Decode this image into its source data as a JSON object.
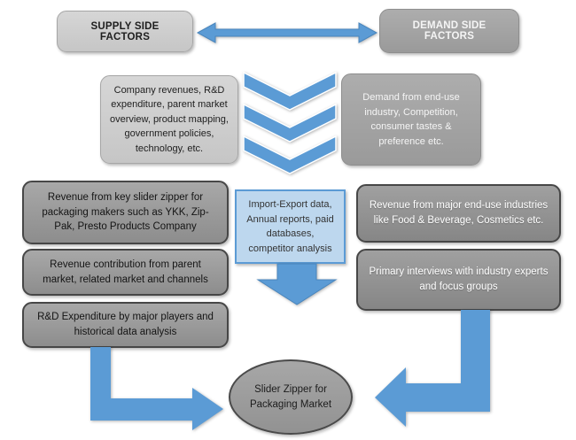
{
  "diagram": {
    "top": {
      "supply_label": "SUPPLY SIDE FACTORS",
      "demand_label": "DEMAND SIDE FACTORS"
    },
    "supply_detail": "Company revenues, R&D expenditure, parent market overview, product mapping, government policies, technology, etc.",
    "demand_detail": "Demand from end-use industry, Competition, consumer tastes & preference etc.",
    "left_column": [
      {
        "label": "Revenue from key slider zipper for packaging makers such as YKK, Zip-Pak, Presto Products Company"
      },
      {
        "label": "Revenue contribution from parent market, related market and channels"
      },
      {
        "label": "R&D Expenditure by major players and historical data analysis"
      }
    ],
    "data_sources": "Import-Export data, Annual reports, paid databases, competitor analysis",
    "right_column": [
      {
        "label": "Revenue from major end-use industries like Food & Beverage, Cosmetics etc."
      },
      {
        "label": "Primary interviews with industry experts and focus groups"
      }
    ],
    "result_label": "Slider Zipper for Packaging Market"
  },
  "icons": {
    "bidirectional_arrow": "double-headed horizontal arrow",
    "chevrons_down": "three stacked down chevrons",
    "down_arrow": "block arrow pointing down",
    "elbow_arrow_left": "elbow arrow from left column to result",
    "elbow_arrow_right": "elbow arrow from right column to result"
  },
  "colors": {
    "arrow_blue": "#5b9bd5",
    "light_blue_box": "#bdd7ee",
    "light_gray_box": "#cbcbcb",
    "medium_gray_box": "#a3a3a3",
    "dark_gray_box": "#949494",
    "border_dark": "#474747",
    "border_light": "#a6a6a6"
  }
}
